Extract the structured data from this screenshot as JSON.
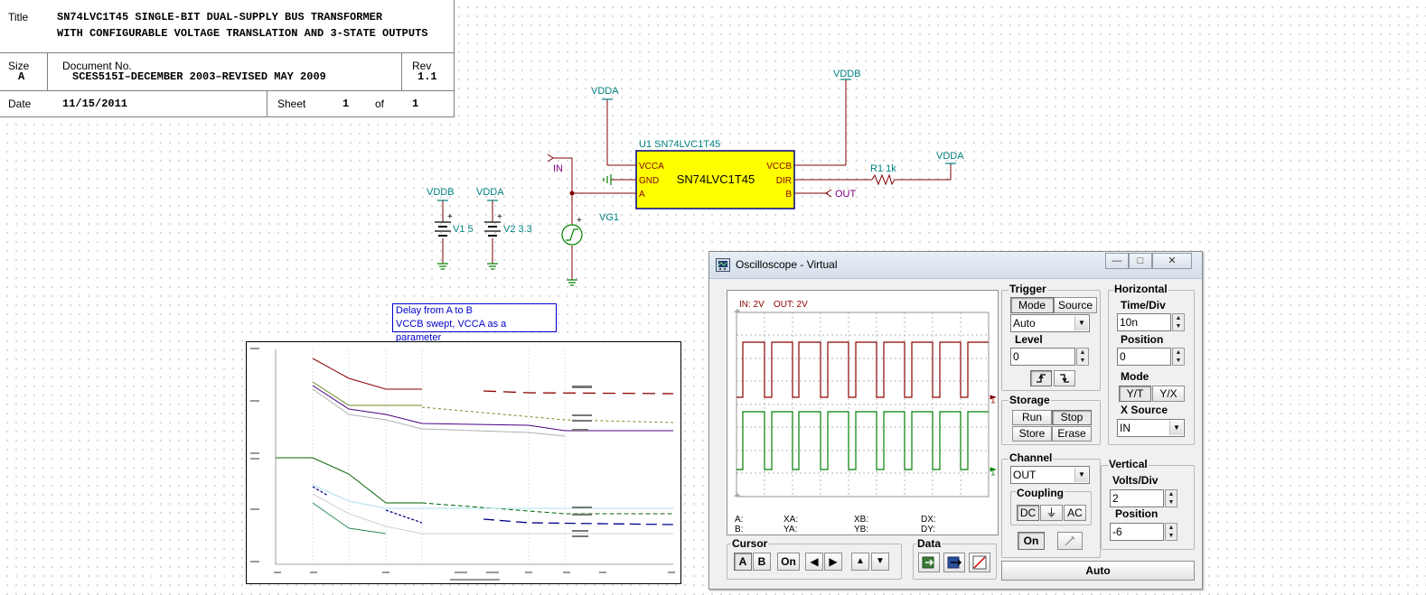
{
  "title_block": {
    "title_label": "Title",
    "title_line1": "SN74LVC1T45 SINGLE-BIT DUAL-SUPPLY BUS TRANSFORMER",
    "title_line2": "WITH CONFIGURABLE VOLTAGE TRANSLATION AND 3-STATE OUTPUTS",
    "size_label": "Size",
    "size_value": "A",
    "doc_label": "Document No.",
    "doc_value": "SCES515I–DECEMBER 2003–REVISED MAY 2009",
    "rev_label": "Rev",
    "rev_value": "1.1",
    "date_label": "Date",
    "date_value": "11/15/2011",
    "sheet_label": "Sheet",
    "sheet_value": "1",
    "of_label": "of",
    "of_value": "1"
  },
  "schematic": {
    "nets": {
      "vdda_top": "VDDA",
      "vddb_top": "VDDB",
      "vdda_right": "VDDA",
      "vddb_left": "VDDB",
      "vdda_left": "VDDA"
    },
    "ic": {
      "ref": "U1 SN74LVC1T45",
      "name": "SN74LVC1T45",
      "pins_left": [
        "VCCA",
        "GND",
        "A"
      ],
      "pins_right": [
        "VCCB",
        "DIR",
        "B"
      ]
    },
    "resistor": "R1 1k",
    "ports": {
      "in": "IN",
      "out": "OUT"
    },
    "sources": {
      "v1": "V1 5",
      "v2": "V2 3.3",
      "vg1": "VG1",
      "plus": "+"
    }
  },
  "note": {
    "line1": "Delay from A to B",
    "line2": "VCCB swept, VCCA as a parameter"
  },
  "oscilloscope": {
    "title": "Oscilloscope - Virtual",
    "window_buttons": {
      "minimize": "—",
      "restore": "□",
      "close": "✕"
    },
    "screen": {
      "in_label": "IN: 2V",
      "out_label": "OUT: 2V",
      "cursor_readouts": {
        "xa": "XA:",
        "xb": "XB:",
        "dx": "DX:",
        "a": "A:",
        "b": "B:",
        "ya": "YA:",
        "yb": "YB:",
        "dy": "DY:"
      }
    },
    "trigger": {
      "group": "Trigger",
      "mode_btn": "Mode",
      "source_btn": "Source",
      "mode_value": "Auto",
      "level_label": "Level",
      "level_value": "0"
    },
    "horizontal": {
      "group": "Horizontal",
      "timediv_label": "Time/Div",
      "timediv_value": "10n",
      "position_label": "Position",
      "position_value": "0",
      "mode_label": "Mode",
      "yt_btn": "Y/T",
      "yx_btn": "Y/X",
      "xsource_label": "X Source",
      "xsource_value": "IN"
    },
    "storage": {
      "group": "Storage",
      "run": "Run",
      "stop": "Stop",
      "store": "Store",
      "erase": "Erase"
    },
    "channel": {
      "group": "Channel",
      "value": "OUT",
      "coupling_label": "Coupling",
      "dc": "DC",
      "gnd": "⏚",
      "ac": "AC",
      "on": "On"
    },
    "vertical": {
      "group": "Vertical",
      "voltsdiv_label": "Volts/Div",
      "voltsdiv_value": "2",
      "position_label": "Position",
      "position_value": "-6"
    },
    "cursor": {
      "group": "Cursor",
      "a": "A",
      "b": "B",
      "on": "On"
    },
    "data": {
      "group": "Data"
    },
    "auto_button": "Auto",
    "colors": {
      "in_trace": "#8b0000",
      "out_trace": "#008000",
      "grid": "#9a9a9a"
    }
  }
}
